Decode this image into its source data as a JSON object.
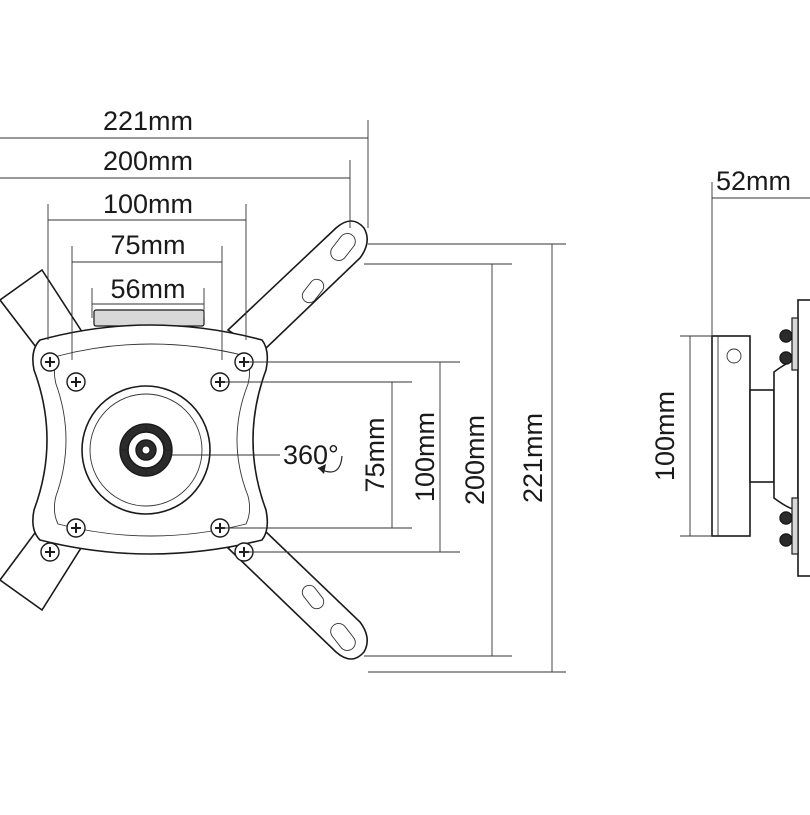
{
  "front_view": {
    "horizontal_dims": [
      "221mm",
      "200mm",
      "100mm",
      "75mm",
      "56mm"
    ],
    "vertical_dims": [
      "75mm",
      "100mm",
      "200mm",
      "221mm"
    ],
    "rotation_label": "360°"
  },
  "side_view": {
    "depth_dim": "52mm",
    "height_dim": "100mm"
  }
}
